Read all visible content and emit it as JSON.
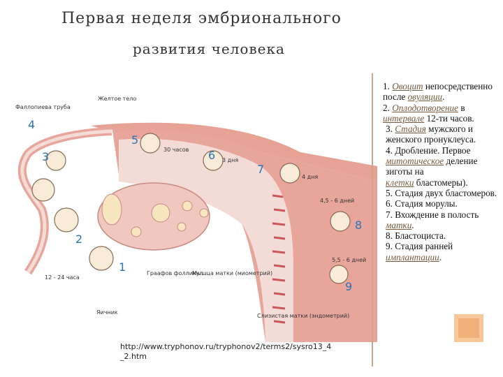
{
  "slide": {
    "title_line1": "Первая неделя эмбрионального",
    "title_line2": "развития человека",
    "url_line1": "http://www.tryphonov.ru/tryphonov2/terms2/sysro13_4",
    "url_line2": "_2.htm"
  },
  "diagram": {
    "labels": {
      "tube_fringe": "Фаллопиева\nтруба",
      "corpus_luteum": "Желтое тело",
      "hours_30": "30 часов",
      "days_3": "3 дня",
      "days_4": "4 дня",
      "days_4_6": "4,5 - 6 дней",
      "days_5_6": "5,5 - 6 дней",
      "hours_12_24": "12 - 24 часа",
      "follicle": "Граафов\nфолликул",
      "uterine_muscle": "Мышца матки\n(миометрий)",
      "mucosa": "Слизистая матки (эндометрий)",
      "ovary": "Яичник"
    },
    "numbers": [
      "1",
      "2",
      "3",
      "4",
      "5",
      "6",
      "7",
      "8",
      "9"
    ],
    "colors": {
      "wall": "#e8a59b",
      "lumen": "#f2d8d3",
      "number": "#2a74b8",
      "ovary": "#f0c8c0"
    }
  },
  "caption": [
    {
      "num": "1.",
      "link": "Овоцит",
      "rest": " непосредственно после ",
      "link2": "овуляции",
      "end": "."
    },
    {
      "num": "2.",
      "link": "Оплодотворение",
      "rest": " в ",
      "link2": "интервале",
      "end": " 12-ти часов."
    },
    {
      "num": "3.",
      "link": "Стадия",
      "rest": " мужского и женского пронуклеуса.",
      "link2": "",
      "end": ""
    },
    {
      "num": "4.",
      "link": "",
      "rest": "Дробление. Первое ",
      "link2": "митотическое",
      "end": " деление зиготы на "
    },
    {
      "num": "",
      "link": "клетки",
      "rest": " бластомеры).",
      "link2": "",
      "end": ""
    },
    {
      "num": "5.",
      "link": "",
      "rest": "Стадия двух бластомеров.",
      "link2": "",
      "end": ""
    },
    {
      "num": "6.",
      "link": "",
      "rest": "Стадия морулы.",
      "link2": "",
      "end": ""
    },
    {
      "num": "7.",
      "link": "",
      "rest": "Вхождение в полость ",
      "link2": "матки",
      "end": "."
    },
    {
      "num": "8.",
      "link": "",
      "rest": "Бластоциста.",
      "link2": "",
      "end": ""
    },
    {
      "num": "9.",
      "link": "",
      "rest": "Стадия ранней ",
      "link2": "имплантации",
      "end": "."
    }
  ]
}
